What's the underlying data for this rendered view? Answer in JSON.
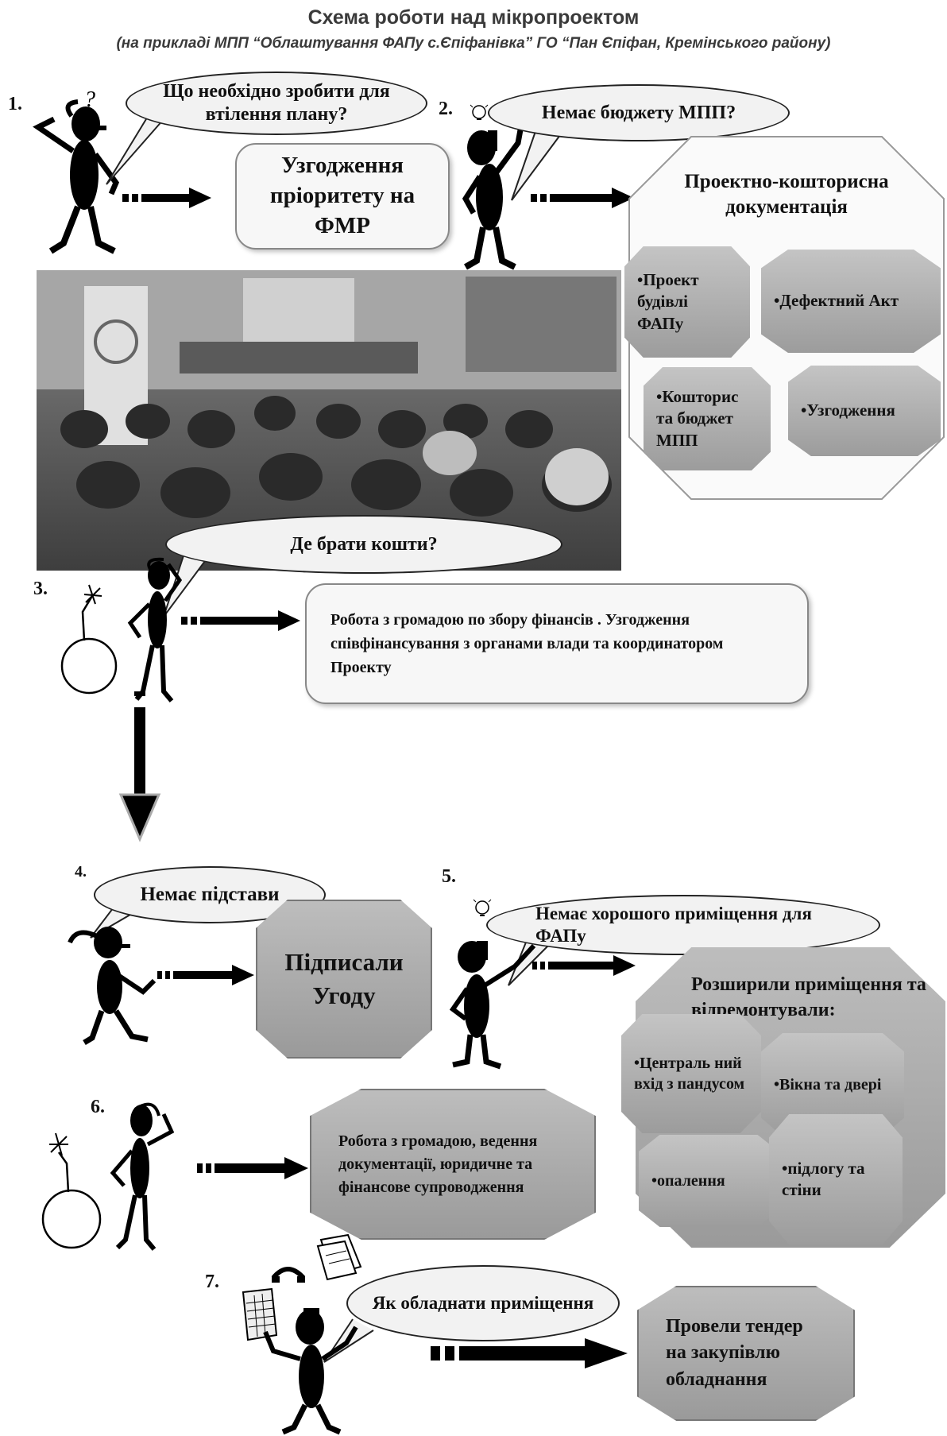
{
  "header": {
    "title": "Схема роботи над мікропроектом",
    "subtitle": "(на прикладі МПП “Облаштування ФАПу с.Єпіфанівка” ГО “Пан Єпіфан,  Кремінського району)"
  },
  "steps": {
    "s1": {
      "number": "1.",
      "bubble": "Що необхідно зробити для втілення плану?",
      "result": "Узгодження пріоритету на ФМР"
    },
    "s2": {
      "number": "2.",
      "bubble": "Немає бюджету МПП?",
      "result_title": "Проектно-кошторисна документація",
      "items": [
        "•Проект будівлі ФАПу",
        "•Дефектний Акт",
        "•Кошторис та бюджет МПП",
        "•Узгодження"
      ]
    },
    "s3": {
      "number": "3.",
      "bubble": "Де брати кошти?",
      "result": "Робота з громадою по збору фінансів . Узгодження співфінансування з органами влади та координатором Проекту"
    },
    "s4": {
      "number": "4.",
      "bubble": "Немає  підстави",
      "result": "Підписали Угоду"
    },
    "s5": {
      "number": "5.",
      "bubble": "Немає хорошого приміщення для ФАПу",
      "result_title": "Розширили приміщення та відремонтували:",
      "items": [
        "•Централь ний вхід з пандусом",
        "•Вікна та двері",
        "•опалення",
        "•підлогу та стіни"
      ]
    },
    "s6": {
      "number": "6.",
      "result": "Робота з громадою, ведення документації, юридичне та фінансове супроводження"
    },
    "s7": {
      "number": "7.",
      "bubble": "Як обладнати приміщення",
      "result": "Провели тендер на закупівлю обладнання"
    }
  },
  "icons": {
    "figure": "stick-figure-icon",
    "bomb": "bomb-icon",
    "lightbulb": "lightbulb-icon",
    "question": "question-mark-icon",
    "phone": "phone-icon",
    "papers": "papers-icon",
    "calendar": "calendar-icon"
  },
  "colors": {
    "box_gray": "#a8a8a8",
    "box_light": "#f7f7f7",
    "ink": "#111111"
  }
}
